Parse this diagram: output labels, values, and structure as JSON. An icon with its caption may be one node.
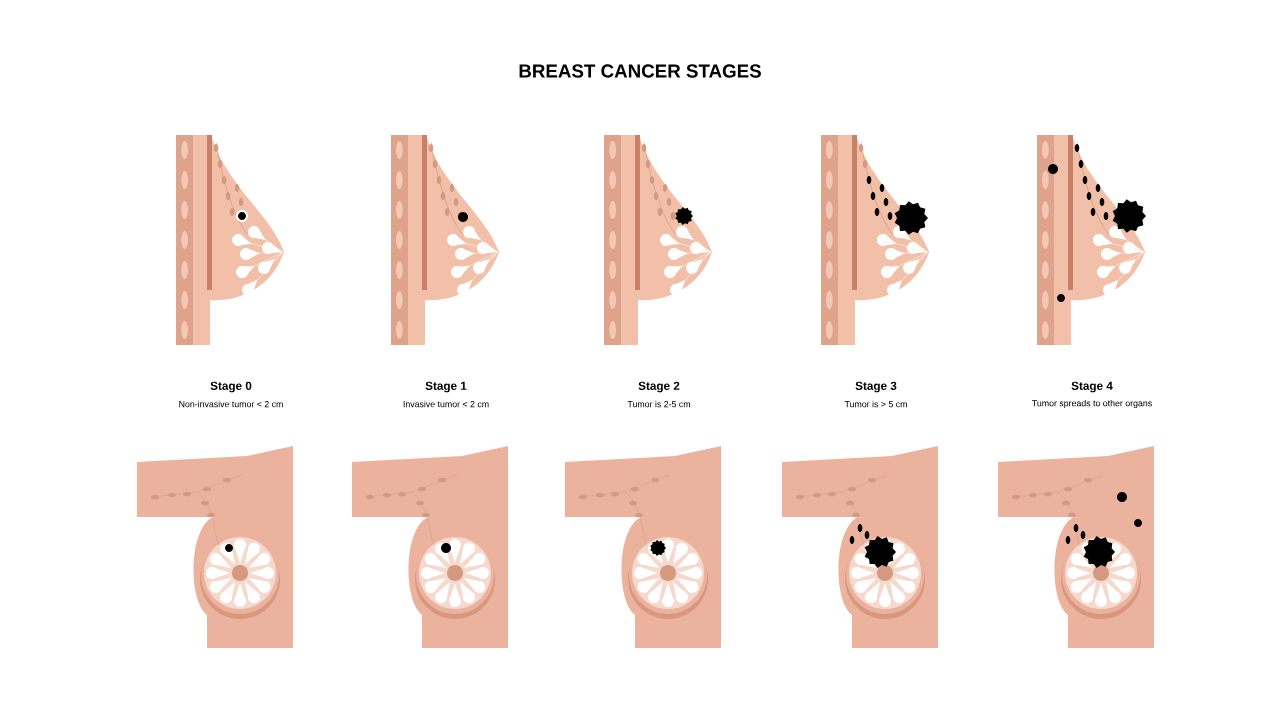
{
  "diagram": {
    "title": "BREAST CANCER STAGES",
    "labels": [
      "Stage 0",
      "Non-invasive tumor < 2 cm",
      "Stage 1",
      "Invasive tumor < 2 cm",
      "Stage 2",
      "Tumor is 2-5 cm",
      "Stage 3",
      "Tumor is > 5 cm",
      "Stage 4",
      "Tumor spreads to other organs"
    ]
  }
}
